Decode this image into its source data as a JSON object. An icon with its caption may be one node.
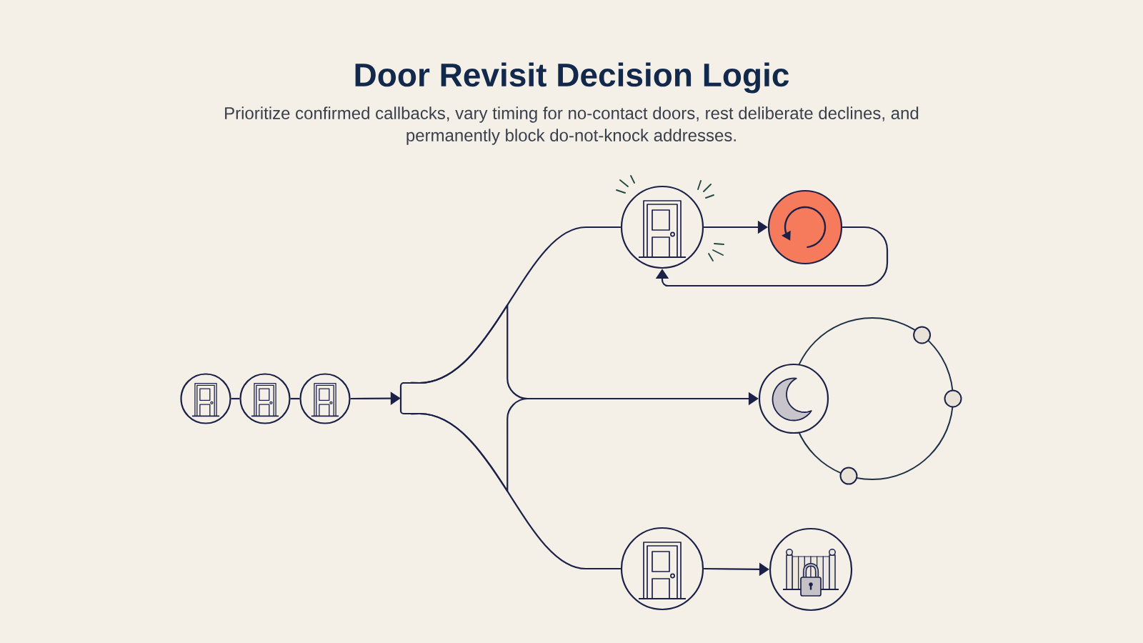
{
  "diagram": {
    "title": "Door Revisit Decision Logic",
    "caption": "Prioritize confirmed callbacks, vary timing for no-contact doors, rest deliberate declines, and permanently block do-not-knock addresses.",
    "nodes": [
      {
        "text": [],
        "shape": "circle"
      },
      {
        "text": [],
        "shape": "circle"
      },
      {
        "text": [],
        "shape": "circle"
      },
      {
        "text": [],
        "shape": "bar"
      },
      {
        "text": [],
        "shape": "circle"
      },
      {
        "text": [],
        "shape": "circle"
      },
      {
        "text": [],
        "shape": "circle"
      },
      {
        "text": [],
        "shape": "circle"
      },
      {
        "text": [],
        "shape": "circle"
      }
    ],
    "edges": [
      {
        "from": 0,
        "to": 1,
        "arrow": "none"
      },
      {
        "from": 1,
        "to": 2,
        "arrow": "none"
      },
      {
        "from": 2,
        "to": 3,
        "arrow": "to"
      },
      {
        "from": 3,
        "to": 4,
        "arrow": "none"
      },
      {
        "from": 3,
        "to": 6,
        "arrow": "to"
      },
      {
        "from": 3,
        "to": 7,
        "arrow": "none"
      },
      {
        "from": 4,
        "to": 5,
        "arrow": "to"
      },
      {
        "from": 5,
        "to": 4,
        "arrow": "to"
      },
      {
        "from": 7,
        "to": 8,
        "arrow": "to"
      }
    ]
  }
}
